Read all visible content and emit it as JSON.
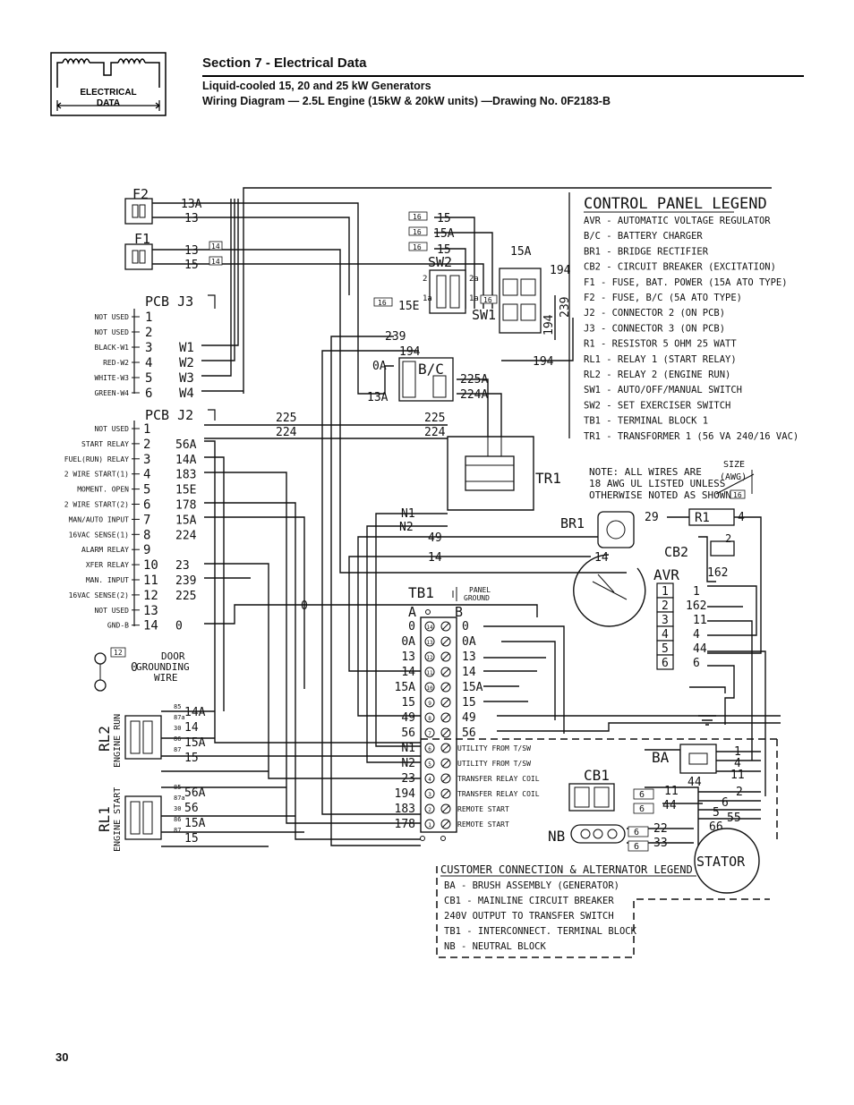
{
  "header": {
    "icon_label_1": "ELECTRICAL",
    "icon_label_2": "DATA",
    "section_title": "Section 7 - Electrical Data",
    "subtitle_1": "Liquid-cooled 15, 20 and 25 kW Generators",
    "subtitle_2": "Wiring Diagram — 2.5L Engine (15kW & 20kW units) —Drawing No. 0F2183-B"
  },
  "page_number": "30",
  "diagram": {
    "fuse_f2": "F2",
    "fuse_f1": "F1",
    "f2_wires": [
      "13A",
      "13"
    ],
    "f1_wires": [
      "13",
      "15"
    ],
    "sw2_label": "SW2",
    "sw1_label": "SW1",
    "sw_wires_left": [
      "15",
      "15A",
      "15"
    ],
    "sw_15e": "15E",
    "sw_15a": "15A",
    "sw_194": "194",
    "sw_239": "239",
    "sw_194b": "194",
    "wire_239": "239",
    "wire_194": "194",
    "wire_0a": "0A",
    "wire_13a": "13A",
    "bc_label": "B/C",
    "bc_225a": "225A",
    "bc_224a": "224A",
    "j3_title": "PCB  J3",
    "j3_pins": [
      {
        "label": "NOT USED",
        "num": "1",
        "wire": ""
      },
      {
        "label": "NOT USED",
        "num": "2",
        "wire": ""
      },
      {
        "label": "BLACK-W1",
        "num": "3",
        "wire": "W1"
      },
      {
        "label": "RED-W2",
        "num": "4",
        "wire": "W2"
      },
      {
        "label": "WHITE-W3",
        "num": "5",
        "wire": "W3"
      },
      {
        "label": "GREEN-W4",
        "num": "6",
        "wire": "W4"
      }
    ],
    "j2_title": "PCB  J2",
    "j2_pins": [
      {
        "label": "NOT USED",
        "num": "1",
        "wire": ""
      },
      {
        "label": "START RELAY",
        "num": "2",
        "wire": "56A"
      },
      {
        "label": "FUEL(RUN) RELAY",
        "num": "3",
        "wire": "14A"
      },
      {
        "label": "2 WIRE START(1)",
        "num": "4",
        "wire": "183"
      },
      {
        "label": "MOMENT. OPEN",
        "num": "5",
        "wire": "15E"
      },
      {
        "label": "2 WIRE START(2)",
        "num": "6",
        "wire": "178"
      },
      {
        "label": "MAN/AUTO INPUT",
        "num": "7",
        "wire": "15A"
      },
      {
        "label": "16VAC SENSE(1)",
        "num": "8",
        "wire": "224"
      },
      {
        "label": "ALARM RELAY",
        "num": "9",
        "wire": ""
      },
      {
        "label": "XFER RELAY",
        "num": "10",
        "wire": "23"
      },
      {
        "label": "MAN. INPUT",
        "num": "11",
        "wire": "239"
      },
      {
        "label": "16VAC SENSE(2)",
        "num": "12",
        "wire": "225"
      },
      {
        "label": "NOT USED",
        "num": "13",
        "wire": ""
      },
      {
        "label": "GND-B",
        "num": "14",
        "wire": "0"
      }
    ],
    "mid_225": "225",
    "mid_224": "224",
    "tr_225": "225",
    "tr_224": "224",
    "tr1_label": "TR1",
    "n1": "N1",
    "n2": "N2",
    "w49": "49",
    "w14": "14",
    "w0": "0",
    "legend_title": "CONTROL PANEL LEGEND",
    "legend": [
      "AVR  -  AUTOMATIC VOLTAGE REGULATOR",
      "B/C  -  BATTERY CHARGER",
      "BR1  -  BRIDGE RECTIFIER",
      "CB2  -  CIRCUIT BREAKER (EXCITATION)",
      "F1   -  FUSE, BAT. POWER (15A ATO TYPE)",
      "F2   -  FUSE, B/C (5A ATO TYPE)",
      "J2   -  CONNECTOR 2 (ON PCB)",
      "J3   -  CONNECTOR 3 (ON PCB)",
      "R1   -  RESISTOR 5 OHM 25 WATT",
      "RL1  -  RELAY 1 (START RELAY)",
      "RL2  -  RELAY 2 (ENGINE RUN)",
      "SW1  -  AUTO/OFF/MANUAL SWITCH",
      "SW2  -  SET EXERCISER SWITCH",
      "TB1  -  TERMINAL BLOCK 1",
      "TR1  -  TRANSFORMER 1 (56 VA 240/16 VAC)"
    ],
    "note_1": "NOTE: ALL WIRES ARE",
    "note_2": "18 AWG UL LISTED UNLESS",
    "note_3": "OTHERWISE NOTED AS SHOWN:",
    "size_label_1": "SIZE",
    "size_label_2": "(AWG)",
    "size_value": "16",
    "br1_label": "BR1",
    "br1_29": "29",
    "r1_label": "R1",
    "r1_4": "4",
    "cb2_label": "CB2",
    "cb2_2": "2",
    "cb2_162": "162",
    "avr_label": "AVR",
    "avr_rows": [
      {
        "num": "1",
        "wire": "1"
      },
      {
        "num": "2",
        "wire": "162"
      },
      {
        "num": "3",
        "wire": "11"
      },
      {
        "num": "4",
        "wire": "4"
      },
      {
        "num": "5",
        "wire": "44"
      },
      {
        "num": "6",
        "wire": "6"
      }
    ],
    "tb1_label": "TB1",
    "tb1_a": "A",
    "tb1_b": "B",
    "panel_ground_1": "PANEL",
    "panel_ground_2": "GROUND",
    "tb_left": [
      "0",
      "0A",
      "13",
      "14",
      "15A",
      "15",
      "49",
      "56",
      "N1",
      "N2",
      "23",
      "194",
      "183",
      "178"
    ],
    "tb_nums": [
      "14",
      "13",
      "12",
      "11",
      "10",
      "9",
      "8",
      "7",
      "6",
      "5",
      "4",
      "3",
      "2",
      "1"
    ],
    "tb_right": [
      "0",
      "0A",
      "13",
      "14",
      "15A",
      "15",
      "49",
      "56"
    ],
    "tb_desc": [
      "UTILITY FROM T/SW",
      "UTILITY FROM T/SW",
      "TRANSFER RELAY COIL",
      "TRANSFER RELAY COIL",
      "REMOTE START",
      "REMOTE START"
    ],
    "door_1": "DOOR",
    "door_2": "GROUNDING",
    "door_3": "WIRE",
    "door_0": "0",
    "rl2_label": "RL2",
    "rl2_sub": "ENGINE RUN",
    "rl2_pins": [
      "85",
      "87a",
      "30",
      "86",
      "87"
    ],
    "rl2_wires": [
      "14A",
      "14",
      "15A",
      "15"
    ],
    "rl1_label": "RL1",
    "rl1_sub": "ENGINE START",
    "rl1_pins": [
      "85",
      "87a",
      "30",
      "86",
      "87"
    ],
    "rl1_wires": [
      "56A",
      "56",
      "15A",
      "15"
    ],
    "ba_label": "BA",
    "ba_1": "1",
    "ba_4": "4",
    "ba_11": "11",
    "cb1_label": "CB1",
    "cb1_44": "44",
    "cb1_11": "11",
    "cb1_44b": "44",
    "cb1_6a": "6",
    "cb1_6b": "6",
    "stator_wires": [
      "2",
      "6",
      "5",
      "55",
      "66"
    ],
    "nb_label": "NB",
    "nb_22": "22",
    "nb_33": "33",
    "nb_6a": "6",
    "nb_6b": "6",
    "stator_label": "STATOR",
    "cust_title": "CUSTOMER CONNECTION & ALTERNATOR LEGEND",
    "cust_legend": [
      "BA  -  BRUSH ASSEMBLY (GENERATOR)",
      "CB1 -  MAINLINE CIRCUIT BREAKER",
      "        240V OUTPUT TO TRANSFER SWITCH",
      "TB1 -  INTERCONNECT. TERMINAL BLOCK",
      "NB  -  NEUTRAL BLOCK"
    ]
  }
}
